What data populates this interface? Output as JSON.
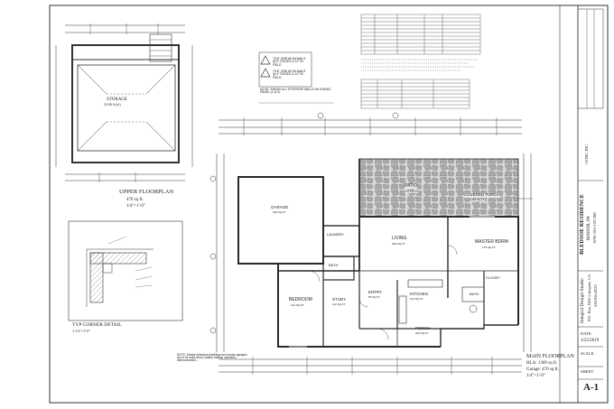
{
  "upper_floor": {
    "storage_label": "STORAGE",
    "storage_area": "23.95 ft (±1)",
    "title": "UPPER FLOORPLAN",
    "area": "470 sq ft.",
    "scale": "1/4\"=1'-0\""
  },
  "corner_detail": {
    "title": "TYP CORNER DETAIL",
    "scale": "1-1/2\"=1'-0\""
  },
  "notes": {
    "note_1": "7/16\" OSB W/ 8d NAILS @ 6\" EDGES & 12\" IN FIELD",
    "note_2": "7/16\" OSB W/ 8d NAILS @ 4\" EDGES & 12\" IN FIELD",
    "shear": "NOTE: SHEAR ALL EXTERIOR WALLS W/ SHEAR PANEL (1.A.C)",
    "smoke": "NOTE: Smoke detectors dwellings and smoke garages are to be solid wired, battery backup operated, interconnected..."
  },
  "rooms": {
    "garage": "GARAGE",
    "garage_area": "218 SQ FT",
    "patio": "PATIO",
    "patio_area": "175 SQ FT",
    "covered_porch": "COVERED PORCH",
    "covered_porch_area": "185 SQ FT",
    "living": "LIVING",
    "living_area": "325 SQ FT",
    "master": "MASTER BDRM",
    "master_area": "175 SQ FT",
    "laundry": "LAUNDRY",
    "bath": "BATH",
    "bedroom": "BEDROOM",
    "bedroom_area": "144 SQ FT",
    "study": "STUDY",
    "study_area": "112 SQ FT",
    "entry": "ENTRY",
    "entry_area": "65 SQ FT",
    "kitchen": "KITCHEN",
    "kitchen_area": "112 SQ FT",
    "bath2": "BATH",
    "closet": "CLOSET",
    "porch": "PORCH",
    "porch_area": "240 SQ FT"
  },
  "main_floor": {
    "title": "MAIN FLOORPLAN",
    "hla": "HLA: 1309 sq ft.",
    "garage": "Garage: 470 sq ft.",
    "scale": "1/4\"=1'-0\""
  },
  "titleblock": {
    "owner": "CENIC INC",
    "project": "BLEDSOE RESIDENCE",
    "address": "MANOR, PA",
    "apn": "APN: 051-122-280",
    "designer": "Integral Design Studio",
    "designer_addr": "P.O. Box 1016 Lakeport, CA",
    "designer_phone": "530.956.8225",
    "date_label": "DATE:",
    "date": "3/22/2019",
    "scale_label": "SCALE:",
    "sheet_label": "SHEET:",
    "sheet": "A-1"
  },
  "colors": {
    "ink": "#2a2a2a",
    "stone": "#b8b8b8",
    "paper": "#ffffff"
  }
}
